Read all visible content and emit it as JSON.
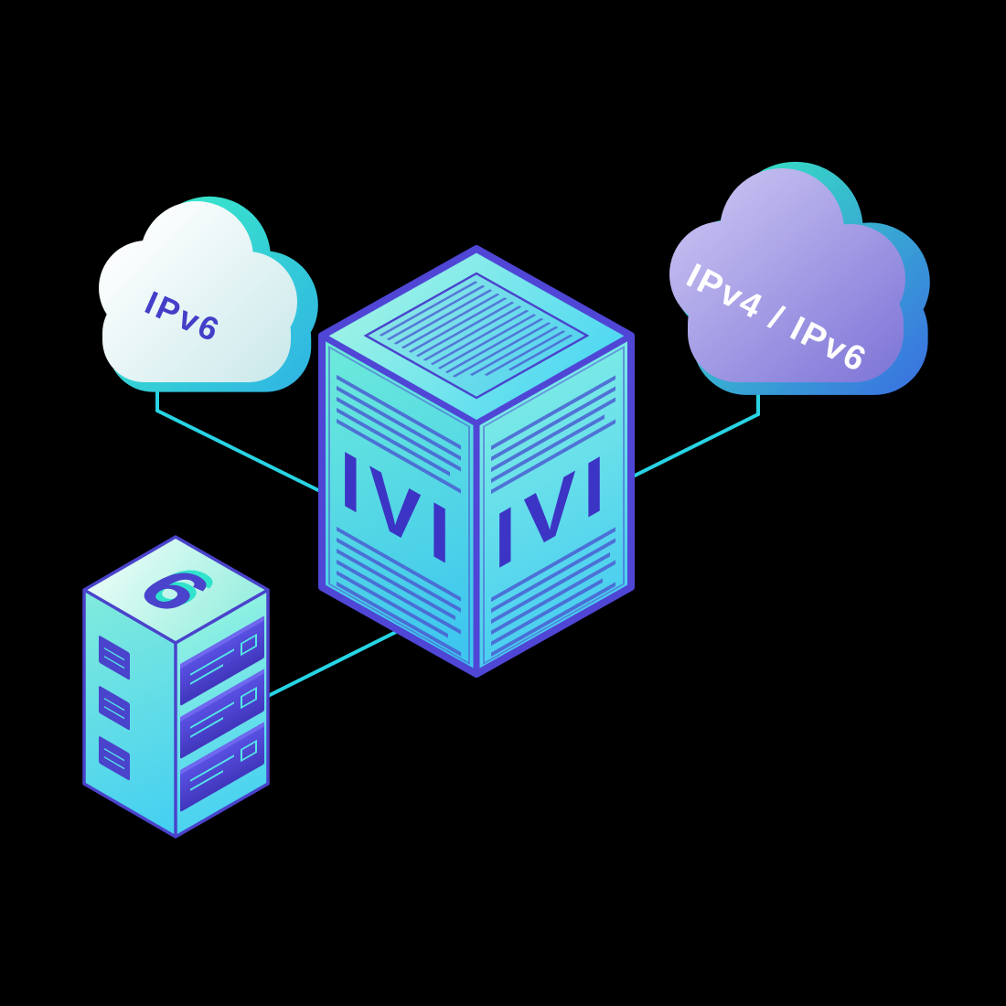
{
  "scene": {
    "background": "#000000",
    "connections": {
      "color": "#28d4e4"
    },
    "left_cloud": {
      "label": "IPv6",
      "label_color": "#443ec8",
      "body_top_color": "#ffffff",
      "body_bottom_color": "#c9e8ea",
      "back_top_color": "#39e9c8",
      "back_bottom_color": "#2fb0e6"
    },
    "right_cloud": {
      "label": "IPv4 / IPv6",
      "label_color": "#ffffff",
      "body_top_color": "#c3bdf0",
      "body_bottom_color": "#7b72d6",
      "back_top_color": "#36e4c3",
      "back_bottom_color": "#3a64e4"
    },
    "translator_box": {
      "left_face_label": "IVI",
      "right_face_label": "IVI",
      "label_color": "#3c34c4",
      "edge_color": "#4f46d6",
      "stripe_color": "#4a5fd2",
      "face_top_color": "#9bf2e6",
      "face_bottom_color": "#3ec6ef"
    },
    "server": {
      "label": "6",
      "label_color": "#4a43cb",
      "label_accent_color": "#2fe3cd",
      "drawer_color": "#4a43cb",
      "edge_color": "#4a43cb"
    }
  }
}
